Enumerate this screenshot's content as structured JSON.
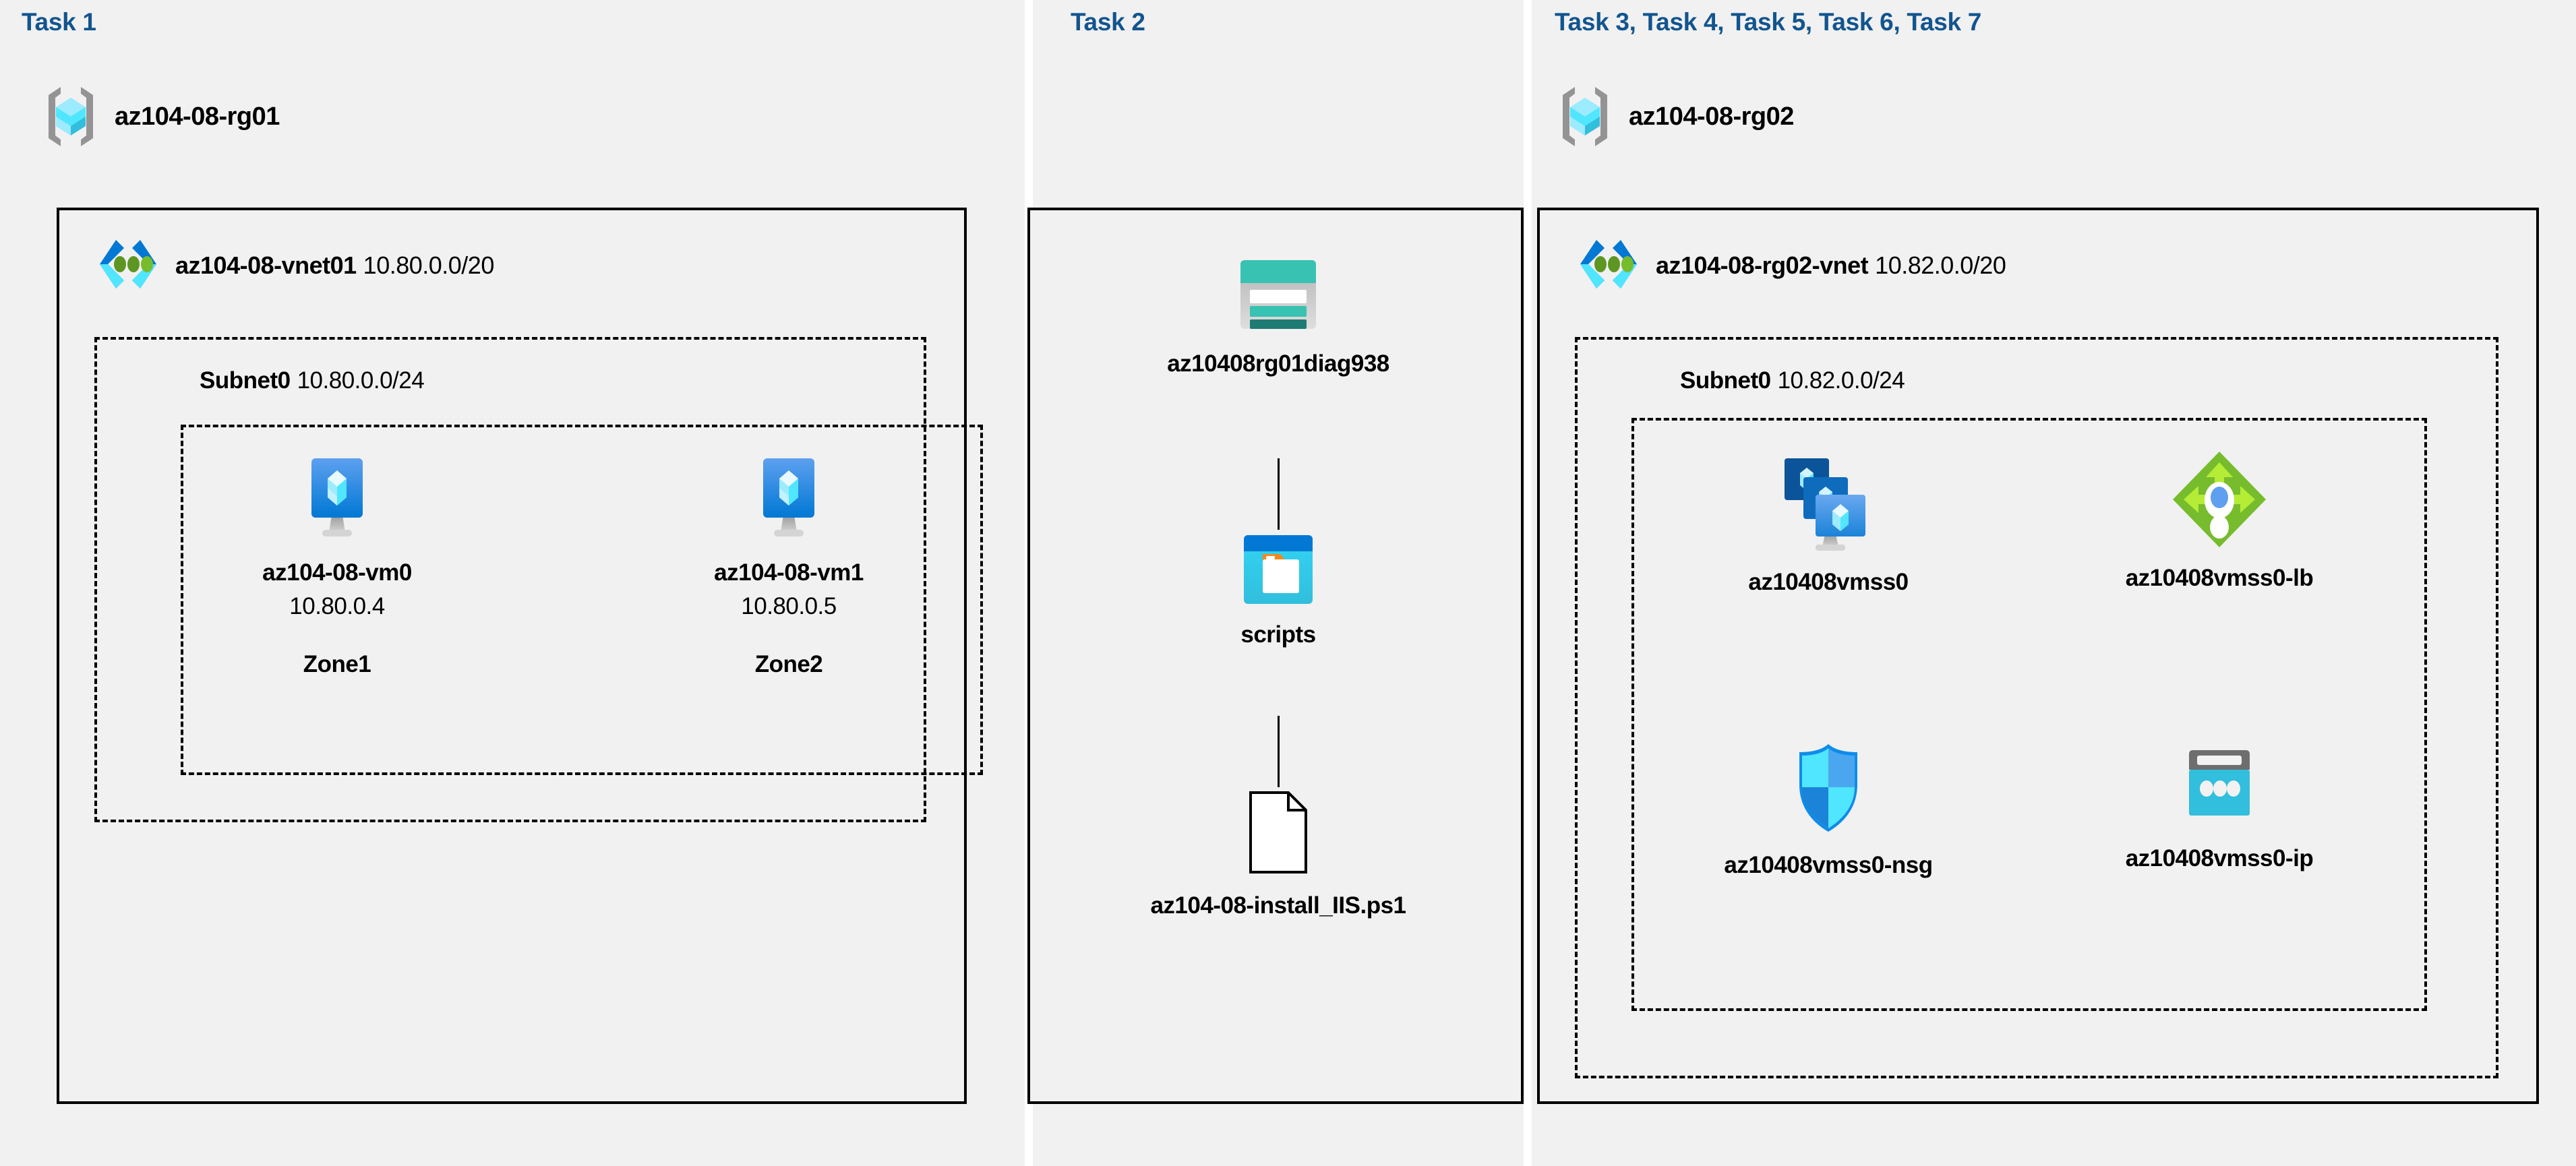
{
  "diagram": {
    "title": "Azure AZ-104 Lab 08 architecture",
    "background": "#ffffff",
    "panel_background": "#f1f1f1",
    "task_label_color": "#12558f"
  },
  "panels": [
    {
      "id": "task1",
      "task_label": "Task 1",
      "resource_group": {
        "name": "az104-08-rg01",
        "icon": "resource-group-icon"
      },
      "vnet": {
        "name": "az104-08-vnet01",
        "cidr": "10.80.0.0/20",
        "icon": "virtual-network-icon"
      },
      "subnet": {
        "name": "Subnet0",
        "cidr": "10.80.0.0/24"
      },
      "vms": [
        {
          "name": "az104-08-vm0",
          "ip": "10.80.0.4",
          "zone": "Zone1",
          "icon": "virtual-machine-icon"
        },
        {
          "name": "az104-08-vm1",
          "ip": "10.80.0.5",
          "zone": "Zone2",
          "icon": "virtual-machine-icon"
        }
      ]
    },
    {
      "id": "task2",
      "task_label": "Task 2",
      "storage_account": {
        "name": "az10408rg01diag938",
        "icon": "storage-account-icon"
      },
      "container": {
        "name": "scripts",
        "icon": "blob-container-icon"
      },
      "file": {
        "name": "az104-08-install_IIS.ps1",
        "icon": "file-icon"
      }
    },
    {
      "id": "task3",
      "task_label": "Task 3, Task 4, Task 5, Task 6, Task 7",
      "resource_group": {
        "name": "az104-08-rg02",
        "icon": "resource-group-icon"
      },
      "vnet": {
        "name": "az104-08-rg02-vnet",
        "cidr": "10.82.0.0/20",
        "icon": "virtual-network-icon"
      },
      "subnet": {
        "name": "Subnet0",
        "cidr": "10.82.0.0/24"
      },
      "resources": [
        {
          "name": "az10408vmss0",
          "icon": "vm-scale-set-icon"
        },
        {
          "name": "az10408vmss0-lb",
          "icon": "load-balancer-icon"
        },
        {
          "name": "az10408vmss0-nsg",
          "icon": "network-security-group-icon"
        },
        {
          "name": "az10408vmss0-ip",
          "icon": "public-ip-address-icon"
        }
      ]
    }
  ],
  "colors": {
    "azure_blue": "#0078d4",
    "azure_cyan": "#50e6ff",
    "azure_light_cyan": "#9cebff",
    "vnet_green": "#5e9624",
    "storage_teal": "#37c2b1",
    "storage_teal_dark": "#1d7b74",
    "lb_green": "#76bc2d",
    "lb_green_light": "#b4ec36",
    "nsg_blue": "#32bedd",
    "gray": "#949494",
    "task_blue": "#12558f"
  }
}
